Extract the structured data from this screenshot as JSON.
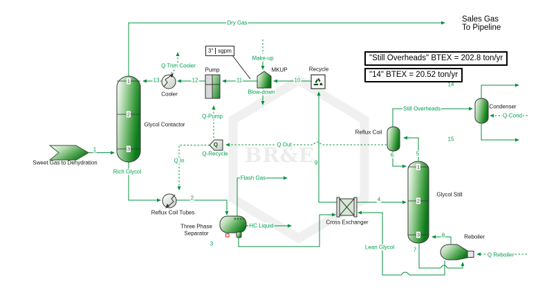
{
  "watermark": {
    "text": "BR&E"
  },
  "header": {
    "sales_gas_line1": "Sales Gas",
    "sales_gas_line2": "To Pipeline"
  },
  "annotations": {
    "btex_still_overheads": "\"Still Overheads\" BTEX = 202.8 ton/yr",
    "btex_stream14": "\"14\" BTEX = 20.52 ton/yr",
    "pump_rate_value": "3\"",
    "pump_rate_unit": "sgpm"
  },
  "equipment": {
    "glycol_contactor": "Glycol Contactor",
    "cooler": "Cooler",
    "pump": "Pump",
    "mkup": "MKUP",
    "recycle": "Recycle",
    "glycol_still": "Glycol Still",
    "reflux_coil": "Reflux Coil",
    "condenser": "Condenser",
    "reboiler": "Reboiler",
    "cross_exchanger": "Cross Exchanger",
    "reflux_coil_tubes": "Reflux Coil Tubes",
    "three_phase_separator_line1": "Three Phase",
    "three_phase_separator_line2": "Separator",
    "q_recycle_symbol": "Q"
  },
  "streams": {
    "s1": "1",
    "s2": "2",
    "s3": "3",
    "s4": "4",
    "s5": "5",
    "s6": "6",
    "s7": "7",
    "s8": "8",
    "s9": "9",
    "s10": "10",
    "s11": "11",
    "s12": "12",
    "s13": "13",
    "s14": "14",
    "s15": "15",
    "dry_gas": "Dry Gas",
    "sweet_gas": "Sweet Gas to Dehydration",
    "rich_glycol": "Rich Glycol",
    "lean_glycol": "Lean Glycol",
    "flash_gas": "Flash Gas",
    "hc_liquid": "HC Liquid",
    "still_overheads": "Still Overheads",
    "make_up": "Make-up",
    "blow_down": "Blow-down"
  },
  "energy_streams": {
    "q_trim_cooler": "Q Trim Cooler",
    "q_pump": "Q-Pump",
    "q_recycle": "Q-Recycle",
    "q_out": "Q Out",
    "q_in": "Q In",
    "q_cond": "Q-Cond",
    "q_reboiler": "Q Reboiler"
  },
  "column_stages": {
    "contactor": [
      "1",
      "2",
      "3"
    ],
    "still": [
      "1",
      "2",
      "3"
    ]
  },
  "colors": {
    "stream_green": "#00913d",
    "label_green": "#00a04c",
    "text_black": "#161616",
    "alert_red": "#cc2222"
  }
}
